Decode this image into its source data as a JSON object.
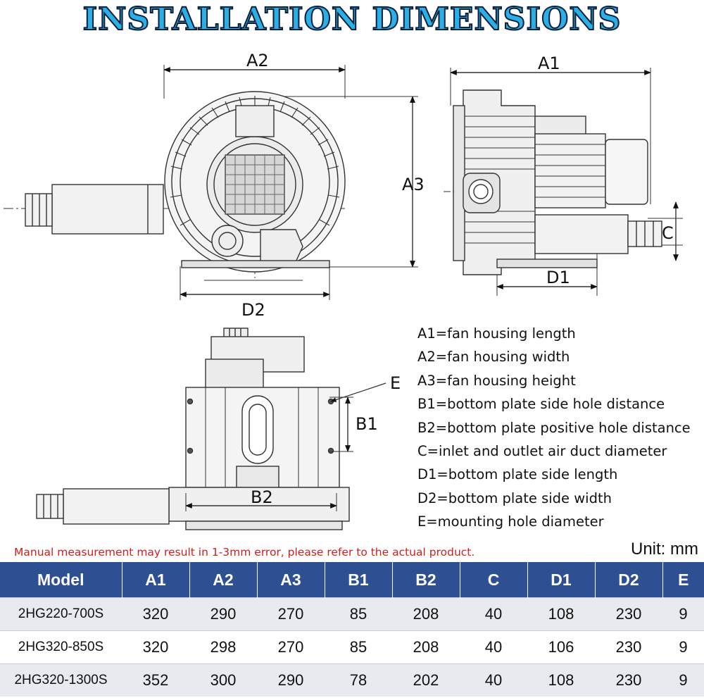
{
  "title": "INSTALLATION DIMENSIONS",
  "labels": {
    "a2": "A2",
    "a1": "A1",
    "a3": "A3",
    "c": "C",
    "d1": "D1",
    "d2": "D2",
    "e": "E",
    "b1": "B1",
    "b2": "B2"
  },
  "legend": [
    "A1=fan housing length",
    "A2=fan housing width",
    "A3=fan housing height",
    "B1=bottom plate side hole distance",
    "B2=bottom plate positive hole distance",
    "C=inlet and outlet air duct diameter",
    "D1=bottom plate side length",
    "D2=bottom plate side width",
    "E=mounting hole diameter"
  ],
  "note": "Manual measurement may result in 1-3mm error, please refer to the actual product.",
  "unit": "Unit: mm",
  "table": {
    "headers": [
      "Model",
      "A1",
      "A2",
      "A3",
      "B1",
      "B2",
      "C",
      "D1",
      "D2",
      "E"
    ],
    "rows": [
      [
        "2HG220-700S",
        "320",
        "290",
        "270",
        "85",
        "208",
        "40",
        "108",
        "230",
        "9"
      ],
      [
        "2HG320-850S",
        "320",
        "298",
        "270",
        "85",
        "208",
        "40",
        "106",
        "230",
        "9"
      ],
      [
        "2HG320-1300S",
        "352",
        "300",
        "290",
        "78",
        "202",
        "40",
        "108",
        "230",
        "9"
      ]
    ]
  },
  "colors": {
    "title_fill": "#2ab0e6",
    "title_outline": "#0b1e3a",
    "header_bg": "#2f4f93",
    "note": "#d21e1e"
  }
}
